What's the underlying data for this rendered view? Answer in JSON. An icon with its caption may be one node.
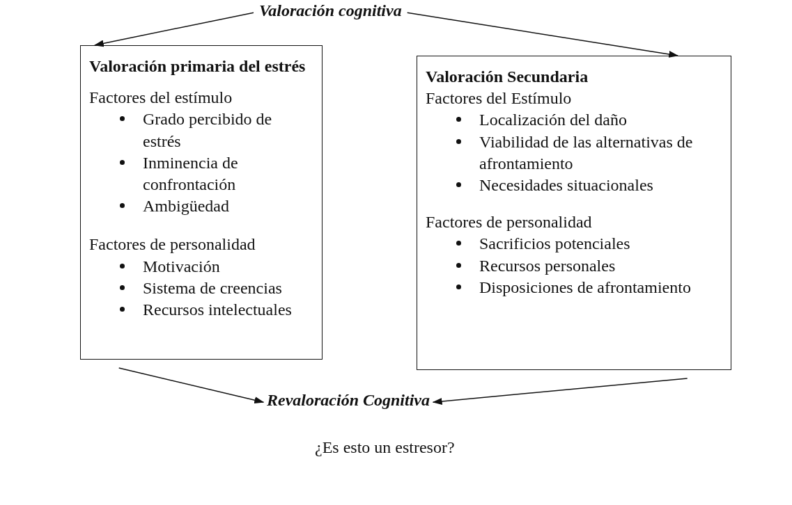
{
  "diagram": {
    "nodes": [
      {
        "text": [
          "Valoración cognitiva"
        ]
      },
      {
        "text": [
          "Valoración primaria del estrés",
          "Factores del estímulo",
          "Grado percibido de estrés",
          "Inminencia de confrontación",
          "Ambigüedad",
          "Factores de personalidad",
          "Motivación",
          "Sistema de creencias",
          "Recursos intelectuales"
        ]
      },
      {
        "text": [
          "Valoración Secundaria",
          "Factores del Estímulo",
          "Localización del daño",
          "Viabilidad de las alternativas de afrontamiento",
          "Necesidades situacionales",
          "Factores de personalidad",
          "Sacrificios potenciales",
          "Recursos personales",
          "Disposiciones de afrontamiento"
        ]
      },
      {
        "text": [
          "Revaloración Cognitiva"
        ]
      }
    ],
    "edges": [
      {
        "from": 0,
        "to": 1,
        "arrow": "to"
      },
      {
        "from": 0,
        "to": 2,
        "arrow": "to"
      },
      {
        "from": 1,
        "to": 3,
        "arrow": "to"
      },
      {
        "from": 2,
        "to": 3,
        "arrow": "to"
      }
    ],
    "labels": [
      "¿Es esto un estresor?"
    ]
  }
}
